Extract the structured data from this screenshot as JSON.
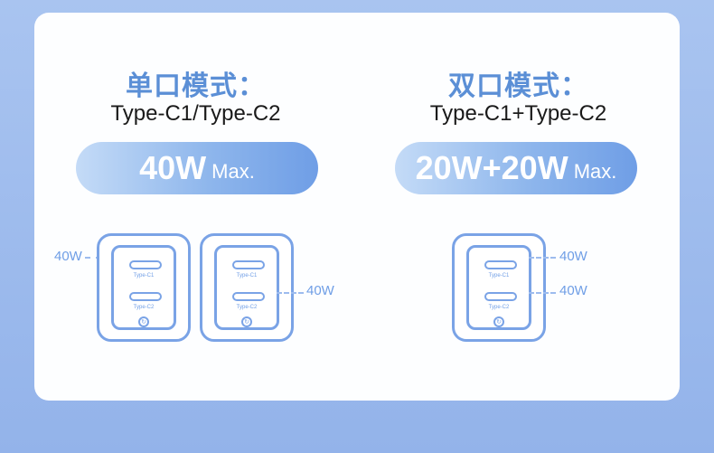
{
  "single": {
    "title": "单口模式：",
    "ports": "Type-C1/Type-C2",
    "power": "40W",
    "max": "Max.",
    "charger_a": {
      "port1": "Type-C1",
      "port2": "Type-C2",
      "watt": "40W"
    },
    "charger_b": {
      "port1": "Type-C1",
      "port2": "Type-C2",
      "watt": "40W"
    }
  },
  "dual": {
    "title": "双口模式：",
    "ports": "Type-C1+Type-C2",
    "power": "20W+20W",
    "max": "Max.",
    "charger": {
      "port1": "Type-C1",
      "port2": "Type-C2",
      "watt1": "40W",
      "watt2": "40W"
    }
  },
  "colors": {
    "accent": "#6f9ee6",
    "title": "#5b8fd6",
    "background": "#a9c4f0"
  },
  "icons": [
    "charger-logo-icon"
  ]
}
